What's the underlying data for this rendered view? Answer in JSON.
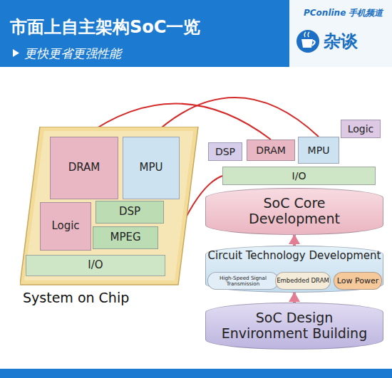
{
  "diagram": {
    "title": "市面上自主架构SoC一览",
    "nodes": [
      {
        "text": [
          "System on Chip"
        ]
      },
      {
        "text": [
          "DRAM"
        ],
        "in": 0
      },
      {
        "text": [
          "MPU"
        ],
        "in": 0
      },
      {
        "text": [
          "Logic"
        ],
        "in": 0
      },
      {
        "text": [
          "DSP"
        ],
        "in": 0
      },
      {
        "text": [
          "MPEG"
        ],
        "in": 0
      },
      {
        "text": [
          "I/O"
        ],
        "in": 0
      },
      {
        "text": [
          "Logic"
        ]
      },
      {
        "text": [
          "DRAM"
        ]
      },
      {
        "text": [
          "MPU"
        ]
      },
      {
        "text": [
          "DSP"
        ]
      },
      {
        "text": [
          "I/O"
        ]
      },
      {
        "text": [
          "SoC Core Development"
        ]
      },
      {
        "text": [
          "Circuit Technology Development"
        ]
      },
      {
        "text": [
          "High-Speed Signal Transmission"
        ],
        "in": 13
      },
      {
        "text": [
          "Embedded DRAM"
        ],
        "in": 13
      },
      {
        "text": [
          "Low Power"
        ],
        "in": 13
      },
      {
        "text": [
          "SoC Design Environment Building"
        ]
      }
    ],
    "edges": [
      {
        "from": 8,
        "to": 1,
        "arrow": "to"
      },
      {
        "from": 9,
        "to": 2,
        "arrow": "to"
      },
      {
        "from": 11,
        "to": 6,
        "arrow": "to"
      },
      {
        "from": 13,
        "to": 12,
        "arrow": "to"
      },
      {
        "from": 17,
        "to": 13,
        "arrow": "to"
      }
    ],
    "labels": [
      "更快更省更强性能",
      "PConline 手机频道",
      "杂谈"
    ]
  }
}
